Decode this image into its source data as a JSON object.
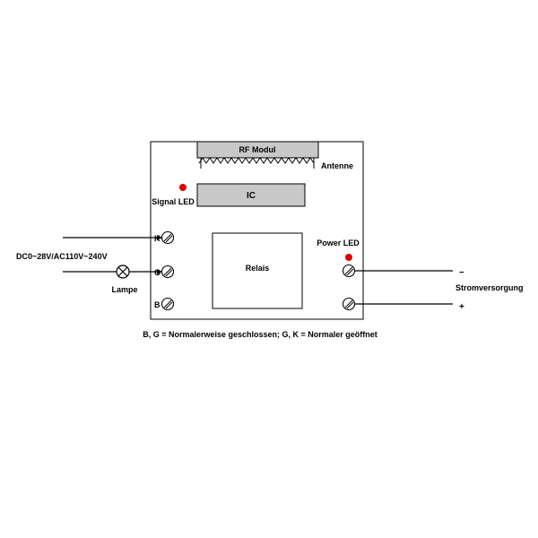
{
  "colors": {
    "module_fill": "#c8c8c8",
    "led_red": "#e00000",
    "board_fill": "#ffffff",
    "line": "#000000"
  },
  "board": {
    "rf_module_label": "RF Modul",
    "antenna_label": "Antenne",
    "ic_label": "IC",
    "relay_label": "Relais",
    "signal_led_label": "Signal LED",
    "power_led_label": "Power LED"
  },
  "terminals": {
    "k": "K",
    "g": "G",
    "b": "B"
  },
  "wiring": {
    "supply_voltage_label": "DC0~28V/AC110V~240V",
    "lamp_label": "Lampe",
    "power_supply_label": "Stromversorgung",
    "minus_label": "–",
    "plus_label": "+"
  },
  "note": "B, G = Normalerweise geschlossen; G, K = Normaler geöffnet"
}
